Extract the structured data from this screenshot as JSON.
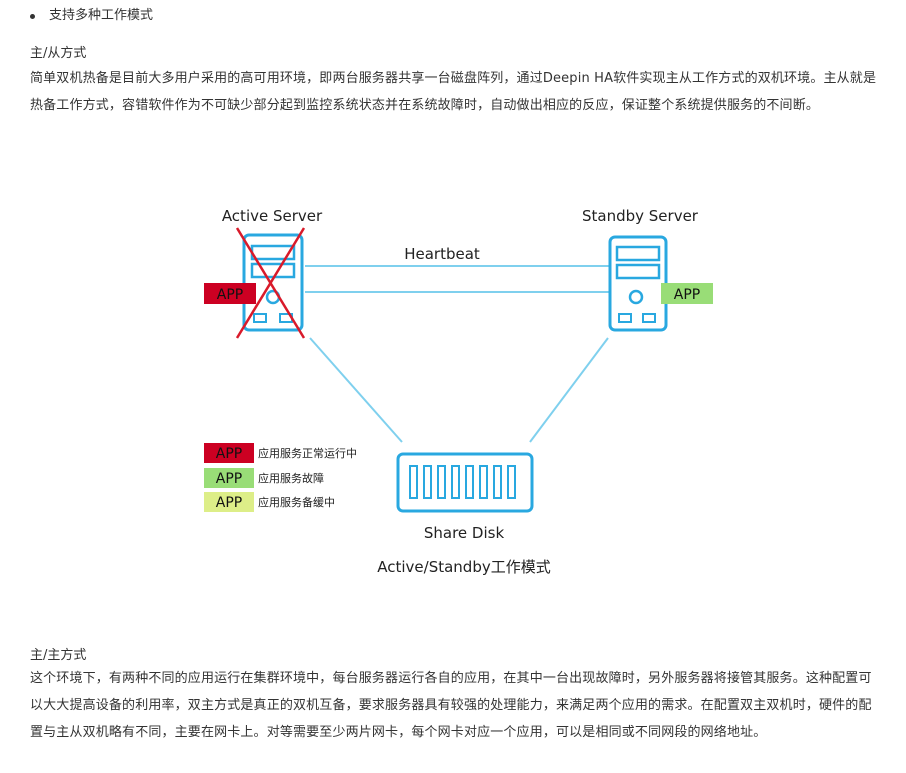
{
  "bullet": {
    "text": "支持多种工作模式"
  },
  "section1": {
    "title": "主/从方式",
    "body": "简单双机热备是目前大多用户采用的高可用环境，即两台服务器共享一台磁盘阵列，通过Deepin HA软件实现主从工作方式的双机环境。主从就是热备工作方式，容错软件作为不可缺少部分起到监控系统状态并在系统故障时，自动做出相应的反应，保证整个系统提供服务的不间断。"
  },
  "diagram": {
    "active_server_label": "Active Server",
    "standby_server_label": "Standby Server",
    "heartbeat_label": "Heartbeat",
    "share_disk_label": "Share Disk",
    "caption": "Active/Standby工作模式",
    "active_app_label": "APP",
    "standby_app_label": "APP",
    "legend": [
      {
        "label": "APP",
        "text": "应用服务正常运行中",
        "color": "#cc0022"
      },
      {
        "label": "APP",
        "text": "应用服务故障",
        "color": "#99dd77"
      },
      {
        "label": "APP",
        "text": "应用服务备缓中",
        "color": "#ddee88"
      }
    ],
    "colors": {
      "server_stroke": "#29a8e0",
      "link_line": "#7fd0ee",
      "cross": "#d91a2a",
      "active_app": "#cc0022",
      "standby_app": "#99dd77"
    }
  },
  "section2": {
    "title": "主/主方式",
    "body": "这个环境下，有两种不同的应用运行在集群环境中，每台服务器运行各自的应用，在其中一台出现故障时，另外服务器将接管其服务。这种配置可以大大提高设备的利用率，双主方式是真正的双机互备，要求服务器具有较强的处理能力，来满足两个应用的需求。在配置双主双机时，硬件的配置与主从双机略有不同，主要在网卡上。对等需要至少两片网卡，每个网卡对应一个应用，可以是相同或不同网段的网络地址。"
  }
}
